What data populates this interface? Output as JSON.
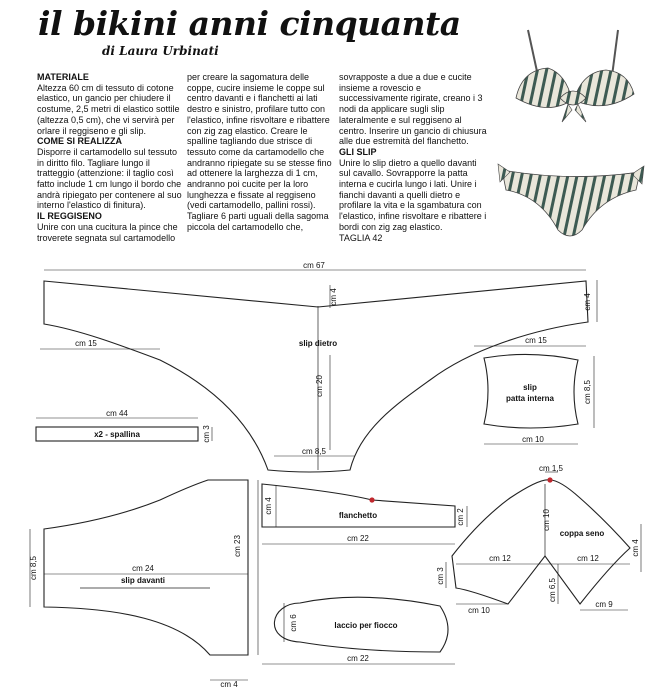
{
  "header": {
    "title": "il bikini anni cinquanta",
    "author": "di Laura Urbinati"
  },
  "instructions": {
    "col1": {
      "materiale_heading": "MATERIALE",
      "materiale_text": "Altezza 60 cm di tessuto di cotone elastico, un gancio per chiudere il costume, 2,5 metri di elastico sottile (altezza 0,5 cm), che vi servirà per orlare il reggiseno e gli slip.",
      "come_heading": "COME SI REALIZZA",
      "come_text": "Disporre il cartamodello sul tessuto in diritto filo. Tagliare lungo il tratteggio (attenzione: il taglio così fatto include 1 cm lungo il bordo che andrà ripiegato per contenere al suo interno l'elastico di finitura).",
      "reggiseno_heading": "IL REGGISENO",
      "reggiseno_text": "Unire con una cucitura la pince che troverete segnata sul cartamodello"
    },
    "col2": {
      "text": "per creare la sagomatura delle coppe, cucire insieme le coppe sul centro davanti e i flanchetti ai lati destro e sinistro, profilare tutto con l'elastico, infine risvoltare e ribattere con zig zag elastico. Creare le spalline tagliando due strisce di tessuto come da cartamodello che andranno ripiegate su se stesse fino ad ottenere la larghezza di 1 cm, andranno poi cucite per la loro lunghezza e fissate al reggiseno (vedi cartamodello, pallini rossi). Tagliare 6 parti uguali della sagoma piccola del cartamodello che,"
    },
    "col3": {
      "text": "sovrapposte a due a due e cucite insieme a rovescio e successivamente rigirate, creano i 3 nodi da applicare sugli slip lateralmente e sul reggiseno al centro. Inserire un gancio di chiusura alle due estremità del flanchetto.",
      "slip_heading": "GLI SLIP",
      "slip_text": "Unire lo slip dietro a quello davanti sul cavallo. Sovrapporre la patta interna e cucirla lungo i lati. Unire i fianchi davanti a quelli dietro e profilare la vita e la sgambatura con l'elastico, infine risvoltare e ribattere i bordi con zig zag elastico.",
      "taglia": "TAGLIA 42"
    }
  },
  "photos": {
    "top_name": "bikini-top-photo",
    "bottom_name": "bikini-bottom-photo",
    "stripe_color": "#3d5a52",
    "fabric_color": "#e9e6da"
  },
  "pattern": {
    "slip_dietro": {
      "label": "slip dietro",
      "width": "cm 67",
      "top_height": "cm 4",
      "right_height": "cm 4",
      "left_side": "cm 15",
      "right_side": "cm 15",
      "depth": "cm 20",
      "crotch": "cm 8,5"
    },
    "patta": {
      "label1": "slip",
      "label2": "patta interna",
      "height": "cm 8,5",
      "width": "cm 10"
    },
    "spallina": {
      "length": "cm 44",
      "label": "x2 - spallina",
      "height": "cm 3"
    },
    "slip_davanti": {
      "label": "slip davanti",
      "left_height": "cm 8,5",
      "width": "cm 24",
      "right_height": "cm 23",
      "crotch": "cm 4"
    },
    "flanchetto": {
      "label": "flanchetto",
      "left_height": "cm 4",
      "right_height": "cm 2",
      "length": "cm 22"
    },
    "laccio": {
      "label": "laccio per fiocco",
      "height": "cm 6",
      "length": "cm 22"
    },
    "coppa": {
      "label": "coppa seno",
      "top": "cm 1,5",
      "center_height": "cm 10",
      "left_half": "cm 12",
      "right_half": "cm 12",
      "right_height": "cm 4",
      "left_height": "cm 3",
      "dart": "cm 6,5",
      "bottom_left": "cm 10",
      "bottom_right": "cm 9"
    },
    "marker_color": "#c0272d"
  }
}
